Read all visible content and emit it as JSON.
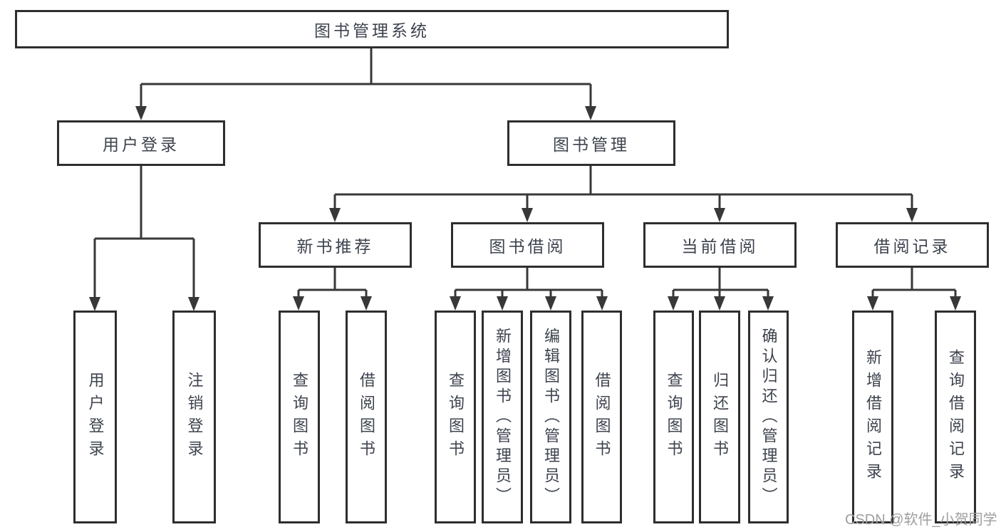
{
  "diagram": {
    "root": {
      "label": "图书管理系统",
      "children": [
        {
          "label": "用户登录",
          "children": [
            {
              "label": "用户登录"
            },
            {
              "label": "注销登录"
            }
          ]
        },
        {
          "label": "图书管理",
          "children": [
            {
              "label": "新书推荐",
              "children": [
                {
                  "label": "查询图书"
                },
                {
                  "label": "借阅图书"
                }
              ]
            },
            {
              "label": "图书借阅",
              "children": [
                {
                  "label": "查询图书"
                },
                {
                  "label": "新增图书（管理员）"
                },
                {
                  "label": "编辑图书（管理员）"
                },
                {
                  "label": "借阅图书"
                }
              ]
            },
            {
              "label": "当前借阅",
              "children": [
                {
                  "label": "查询图书"
                },
                {
                  "label": "归还图书"
                },
                {
                  "label": "确认归还（管理员）"
                }
              ]
            },
            {
              "label": "借阅记录",
              "children": [
                {
                  "label": "新增借阅记录"
                },
                {
                  "label": "查询借阅记录"
                }
              ]
            }
          ]
        }
      ]
    },
    "watermark": "CSDN @软件_小贺同学",
    "colors": {
      "line": "#383838",
      "border": "#2e2e2e",
      "text": "#3d434e",
      "watermark": "#9e9e9e"
    }
  }
}
